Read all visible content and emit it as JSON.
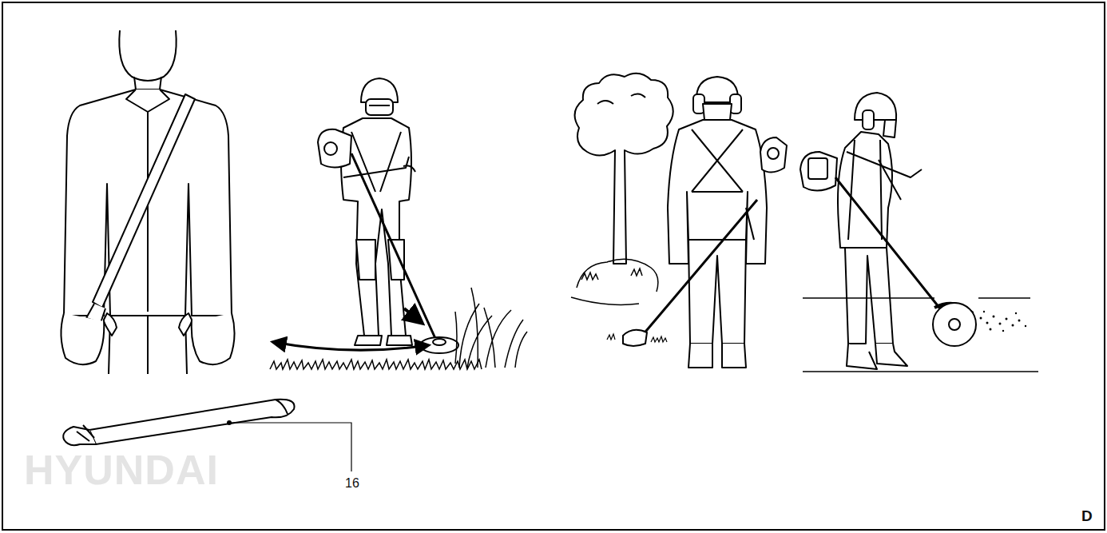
{
  "diagram": {
    "labels": [
      "HYUNDAI",
      "16",
      "D"
    ]
  }
}
